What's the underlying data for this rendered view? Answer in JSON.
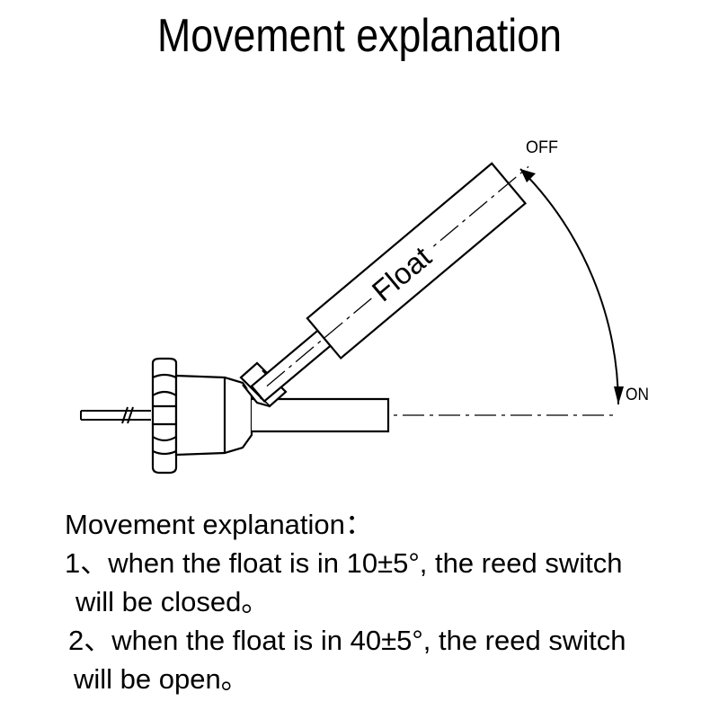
{
  "title": "Movement explanation",
  "diagram": {
    "float_label": "Float",
    "off_label": "OFF",
    "on_label": "ON"
  },
  "explanation": {
    "heading": "Movement explanation：",
    "item1_line1": "1、when the float is in 10±5°, the reed switch",
    "item1_line2": "will be closed。",
    "item2_line1": "2、when the float is in 40±5°, the reed switch",
    "item2_line2": "will be open。"
  }
}
